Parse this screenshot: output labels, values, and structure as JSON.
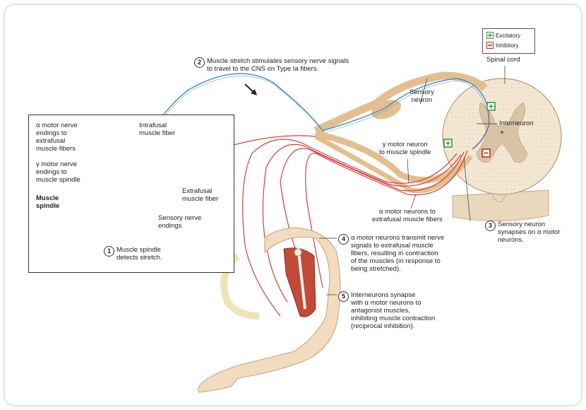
{
  "legend": {
    "excitatory_label": "Excitatory",
    "inhibitory_label": "Inhibitory",
    "excitatory_color": "#3a9a3a",
    "inhibitory_color": "#c02828"
  },
  "labels": {
    "spinal_cord": "Spinal cord",
    "sensory_neuron": "Sensory\nneuron",
    "interneuron": "Interneuron",
    "gamma_motor": "γ motor neuron\nto muscle spindle",
    "alpha_motor": "α motor neurons to\nextrafusal muscle fibers",
    "alpha_endings": "α motor nerve\nendings to\nextrafusal\nmuscle fibers",
    "gamma_endings": "γ motor nerve\nendings to\nmuscle spindle",
    "muscle_spindle": "Muscle\nspindle",
    "intrafusal": "Intrafusal\nmuscle fiber",
    "extrafusal": "Extrafusal\nmuscle fiber",
    "sensory_endings": "Sensory nerve\nendings"
  },
  "steps": [
    {
      "number": "1",
      "text": "Muscle spindle\ndetects stretch."
    },
    {
      "number": "2",
      "text": "Muscle stretch stimulates sensory nerve signals\nto travel to the CNS on Type Ia fibers."
    },
    {
      "number": "3",
      "text": "Sensory neuron\nsynapses on α motor\nneurons."
    },
    {
      "number": "4",
      "text": "α motor neurons transmit nerve\nsignals to extrafusal muscle\nfibers, resulting in contraction\nof the muscles (in response to\nbeing stretched)."
    },
    {
      "number": "5",
      "text": "Interneurons synapse\nwith α motor neurons to\nantagonist muscles,\ninhibiting muscle contraction\n(reciprocal inhibition)."
    }
  ],
  "colors": {
    "sensory_fiber": "#4a90c8",
    "motor_fiber": "#d44040",
    "interneuron_fiber": "#8a6aa8",
    "nerve_tan": "#e9c79a",
    "muscle": "#b5402e",
    "skin": "#f2dcc0",
    "cord_white": "#f3e7d3",
    "cord_grey": "#d9c3a5"
  }
}
